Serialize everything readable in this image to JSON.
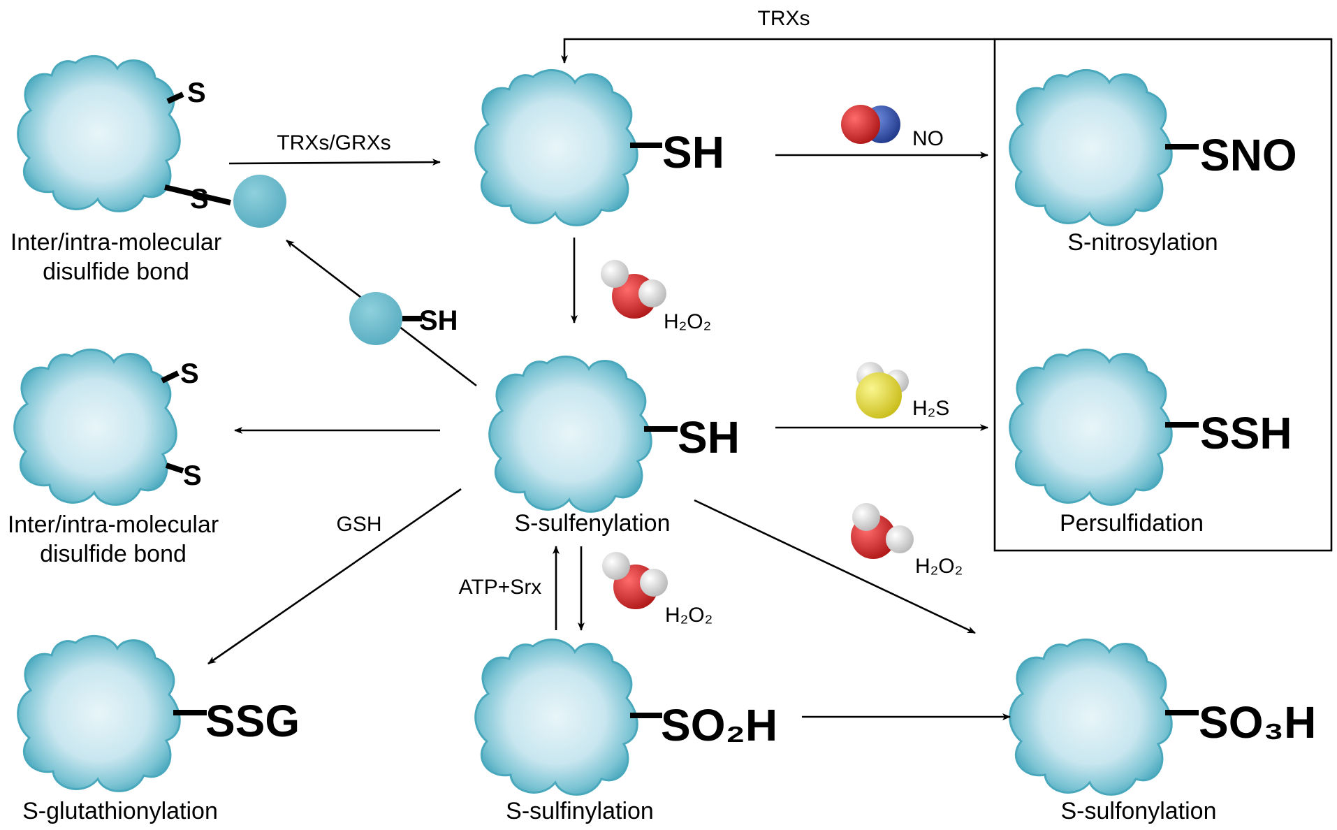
{
  "labels": {
    "disulfide_top": [
      "Inter/intra-molecular",
      "disulfide bond"
    ],
    "disulfide_mid": [
      "Inter/intra-molecular",
      "disulfide bond"
    ],
    "s_nitrosylation": "S-nitrosylation",
    "persulfidation": "Persulfidation",
    "s_sulfenylation": "S-sulfenylation",
    "s_glutathionylation": "S-glutathionylation",
    "s_sulfinylation": "S-sulfinylation",
    "s_sulfonylation": "S-sulfonylation"
  },
  "groups": {
    "sh_top": "SH",
    "sh_mid": "SH",
    "sno": "SNO",
    "ssh": "SSH",
    "ssg": "SSG",
    "so2h": "SO₂H",
    "so3h": "SO₃H",
    "s": "S",
    "sh_small": "SH"
  },
  "reagents": {
    "trxs": "TRXs",
    "trxs_grxs": "TRXs/GRXs",
    "no": "NO",
    "h2s": "H₂S",
    "h2o2": "H₂O₂",
    "gsh": "GSH",
    "atp_srx": "ATP+Srx"
  },
  "colors": {
    "protein": "#5bb3c6",
    "protein_light": "#e6f4f8",
    "oxygen": "#d42a2a",
    "nitrogen": "#3355aa",
    "sulfur": "#e8e040",
    "hydrogen": "#ffffff",
    "small_ball": "#6bbccd"
  }
}
